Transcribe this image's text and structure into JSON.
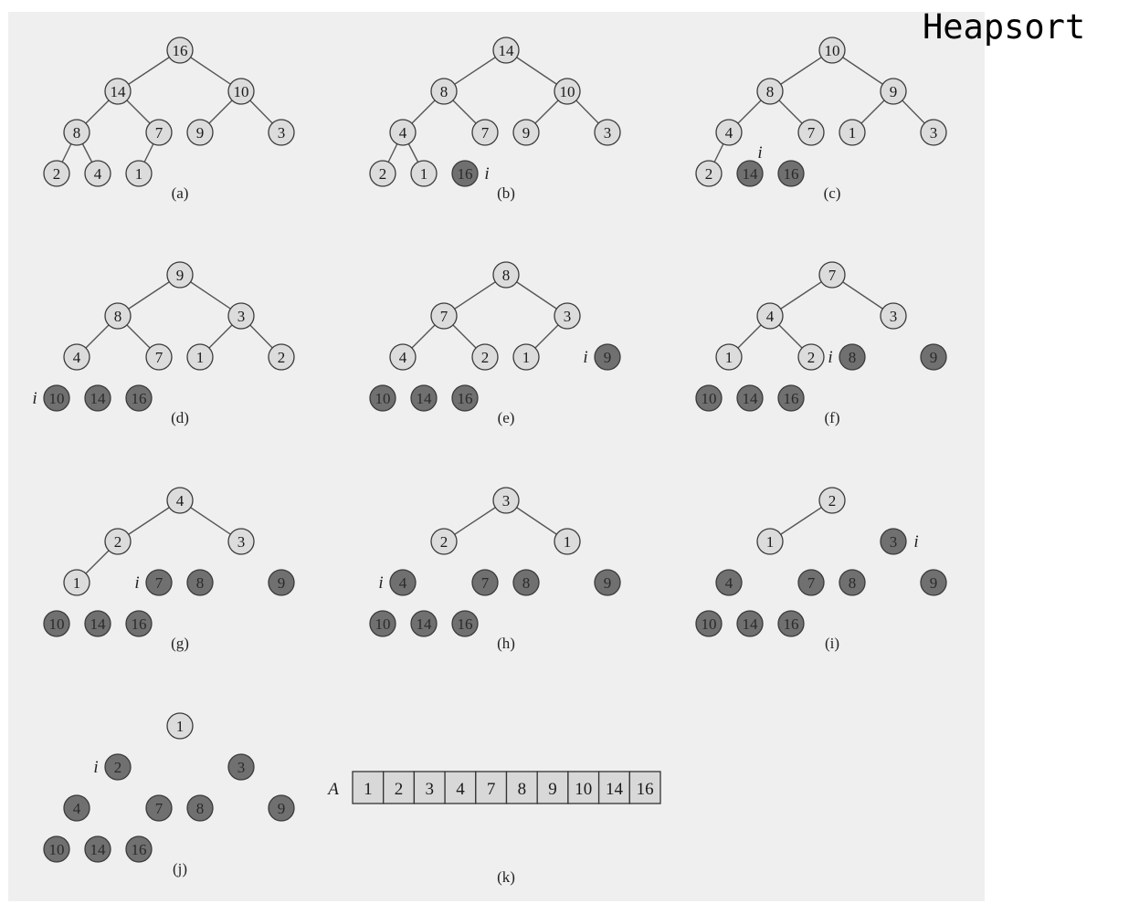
{
  "title": "Heapsort",
  "pointer_label": "i",
  "colors": {
    "panel_bg": "#efefef",
    "light_node_fill": "#dcdcdc",
    "dark_node_fill": "#707070",
    "node_stroke": "#3a3a3a",
    "edge": "#555555"
  },
  "panels": [
    {
      "caption": "(a)",
      "nodes": [
        {
          "label": "16",
          "state": "heap"
        },
        {
          "label": "14",
          "state": "heap"
        },
        {
          "label": "10",
          "state": "heap"
        },
        {
          "label": "8",
          "state": "heap"
        },
        {
          "label": "7",
          "state": "heap"
        },
        {
          "label": "9",
          "state": "heap"
        },
        {
          "label": "3",
          "state": "heap"
        },
        {
          "label": "2",
          "state": "heap"
        },
        {
          "label": "4",
          "state": "heap"
        },
        {
          "label": "1",
          "state": "heap"
        }
      ],
      "heap_size": 10,
      "pointer_at": null
    },
    {
      "caption": "(b)",
      "nodes": [
        {
          "label": "14",
          "state": "heap"
        },
        {
          "label": "8",
          "state": "heap"
        },
        {
          "label": "10",
          "state": "heap"
        },
        {
          "label": "4",
          "state": "heap"
        },
        {
          "label": "7",
          "state": "heap"
        },
        {
          "label": "9",
          "state": "heap"
        },
        {
          "label": "3",
          "state": "heap"
        },
        {
          "label": "2",
          "state": "heap"
        },
        {
          "label": "1",
          "state": "heap"
        },
        {
          "label": "16",
          "state": "sorted"
        }
      ],
      "heap_size": 9,
      "pointer_at": 10
    },
    {
      "caption": "(c)",
      "nodes": [
        {
          "label": "10",
          "state": "heap"
        },
        {
          "label": "8",
          "state": "heap"
        },
        {
          "label": "9",
          "state": "heap"
        },
        {
          "label": "4",
          "state": "heap"
        },
        {
          "label": "7",
          "state": "heap"
        },
        {
          "label": "1",
          "state": "heap"
        },
        {
          "label": "3",
          "state": "heap"
        },
        {
          "label": "2",
          "state": "heap"
        },
        {
          "label": "14",
          "state": "sorted"
        },
        {
          "label": "16",
          "state": "sorted"
        }
      ],
      "heap_size": 8,
      "pointer_at": 9
    },
    {
      "caption": "(d)",
      "nodes": [
        {
          "label": "9",
          "state": "heap"
        },
        {
          "label": "8",
          "state": "heap"
        },
        {
          "label": "3",
          "state": "heap"
        },
        {
          "label": "4",
          "state": "heap"
        },
        {
          "label": "7",
          "state": "heap"
        },
        {
          "label": "1",
          "state": "heap"
        },
        {
          "label": "2",
          "state": "heap"
        },
        {
          "label": "10",
          "state": "sorted"
        },
        {
          "label": "14",
          "state": "sorted"
        },
        {
          "label": "16",
          "state": "sorted"
        }
      ],
      "heap_size": 7,
      "pointer_at": 8
    },
    {
      "caption": "(e)",
      "nodes": [
        {
          "label": "8",
          "state": "heap"
        },
        {
          "label": "7",
          "state": "heap"
        },
        {
          "label": "3",
          "state": "heap"
        },
        {
          "label": "4",
          "state": "heap"
        },
        {
          "label": "2",
          "state": "heap"
        },
        {
          "label": "1",
          "state": "heap"
        },
        {
          "label": "9",
          "state": "sorted"
        },
        {
          "label": "10",
          "state": "sorted"
        },
        {
          "label": "14",
          "state": "sorted"
        },
        {
          "label": "16",
          "state": "sorted"
        }
      ],
      "heap_size": 6,
      "pointer_at": 7
    },
    {
      "caption": "(f)",
      "nodes": [
        {
          "label": "7",
          "state": "heap"
        },
        {
          "label": "4",
          "state": "heap"
        },
        {
          "label": "3",
          "state": "heap"
        },
        {
          "label": "1",
          "state": "heap"
        },
        {
          "label": "2",
          "state": "heap"
        },
        {
          "label": "8",
          "state": "sorted"
        },
        {
          "label": "9",
          "state": "sorted"
        },
        {
          "label": "10",
          "state": "sorted"
        },
        {
          "label": "14",
          "state": "sorted"
        },
        {
          "label": "16",
          "state": "sorted"
        }
      ],
      "heap_size": 5,
      "pointer_at": 6
    },
    {
      "caption": "(g)",
      "nodes": [
        {
          "label": "4",
          "state": "heap"
        },
        {
          "label": "2",
          "state": "heap"
        },
        {
          "label": "3",
          "state": "heap"
        },
        {
          "label": "1",
          "state": "heap"
        },
        {
          "label": "7",
          "state": "sorted"
        },
        {
          "label": "8",
          "state": "sorted"
        },
        {
          "label": "9",
          "state": "sorted"
        },
        {
          "label": "10",
          "state": "sorted"
        },
        {
          "label": "14",
          "state": "sorted"
        },
        {
          "label": "16",
          "state": "sorted"
        }
      ],
      "heap_size": 4,
      "pointer_at": 5
    },
    {
      "caption": "(h)",
      "nodes": [
        {
          "label": "3",
          "state": "heap"
        },
        {
          "label": "2",
          "state": "heap"
        },
        {
          "label": "1",
          "state": "heap"
        },
        {
          "label": "4",
          "state": "sorted"
        },
        {
          "label": "7",
          "state": "sorted"
        },
        {
          "label": "8",
          "state": "sorted"
        },
        {
          "label": "9",
          "state": "sorted"
        },
        {
          "label": "10",
          "state": "sorted"
        },
        {
          "label": "14",
          "state": "sorted"
        },
        {
          "label": "16",
          "state": "sorted"
        }
      ],
      "heap_size": 3,
      "pointer_at": 4
    },
    {
      "caption": "(i)",
      "nodes": [
        {
          "label": "2",
          "state": "heap"
        },
        {
          "label": "1",
          "state": "heap"
        },
        {
          "label": "3",
          "state": "sorted"
        },
        {
          "label": "4",
          "state": "sorted"
        },
        {
          "label": "7",
          "state": "sorted"
        },
        {
          "label": "8",
          "state": "sorted"
        },
        {
          "label": "9",
          "state": "sorted"
        },
        {
          "label": "10",
          "state": "sorted"
        },
        {
          "label": "14",
          "state": "sorted"
        },
        {
          "label": "16",
          "state": "sorted"
        }
      ],
      "heap_size": 2,
      "pointer_at": 3
    },
    {
      "caption": "(j)",
      "nodes": [
        {
          "label": "1",
          "state": "heap"
        },
        {
          "label": "2",
          "state": "sorted"
        },
        {
          "label": "3",
          "state": "sorted"
        },
        {
          "label": "4",
          "state": "sorted"
        },
        {
          "label": "7",
          "state": "sorted"
        },
        {
          "label": "8",
          "state": "sorted"
        },
        {
          "label": "9",
          "state": "sorted"
        },
        {
          "label": "10",
          "state": "sorted"
        },
        {
          "label": "14",
          "state": "sorted"
        },
        {
          "label": "16",
          "state": "sorted"
        }
      ],
      "heap_size": 1,
      "pointer_at": 2
    }
  ],
  "array_panel": {
    "caption": "(k)",
    "label": "A",
    "values": [
      "1",
      "2",
      "3",
      "4",
      "7",
      "8",
      "9",
      "10",
      "14",
      "16"
    ]
  }
}
